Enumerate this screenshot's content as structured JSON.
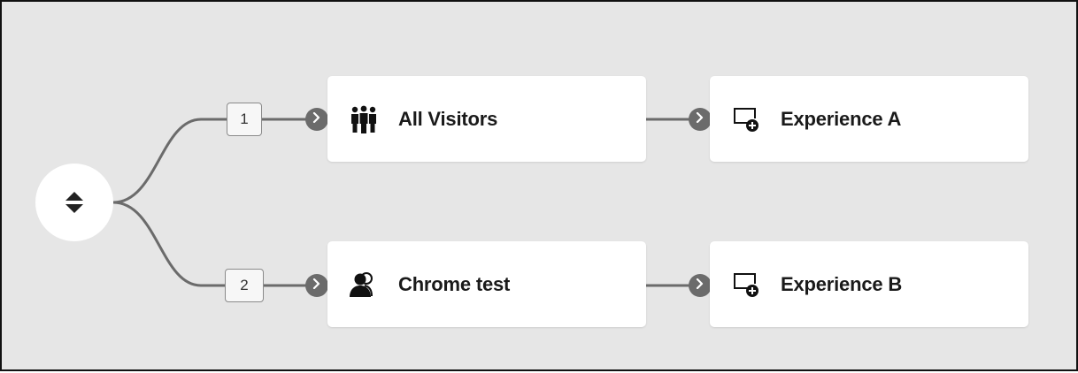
{
  "root": {
    "icon": "expand-collapse-icon"
  },
  "branches": [
    {
      "order": "1",
      "audience": {
        "label": "All Visitors",
        "icon": "group-people-icon"
      },
      "experience": {
        "label": "Experience A",
        "icon": "add-experience-icon"
      }
    },
    {
      "order": "2",
      "audience": {
        "label": "Chrome test",
        "icon": "user-group-icon"
      },
      "experience": {
        "label": "Experience B",
        "icon": "add-experience-icon"
      }
    }
  ],
  "colors": {
    "canvas": "#e6e6e6",
    "card": "#ffffff",
    "connector": "#6b6b6b",
    "text": "#1a1a1a"
  }
}
